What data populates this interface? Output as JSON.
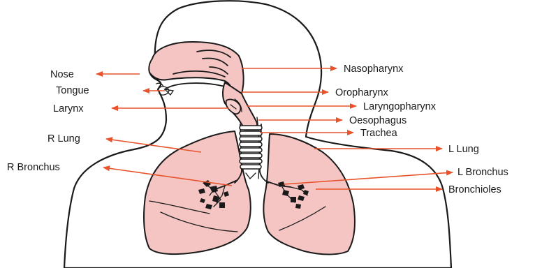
{
  "diagram": {
    "labels": {
      "nose": "Nose",
      "tongue": "Tongue",
      "larynx": "Larynx",
      "r_lung": "R Lung",
      "r_bronchus": "R Bronchus",
      "nasopharynx": "Nasopharynx",
      "oropharynx": "Oropharynx",
      "laryngopharynx": "Laryngopharynx",
      "oesophagus": "Oesophagus",
      "trachea": "Trachea",
      "l_lung": "L Lung",
      "l_bronchus": "L Bronchus",
      "bronchioles": "Bronchioles"
    },
    "colors": {
      "arrow": "#e8532b",
      "organ_fill": "#f4c5c2",
      "outline": "#1a1a1a"
    }
  }
}
